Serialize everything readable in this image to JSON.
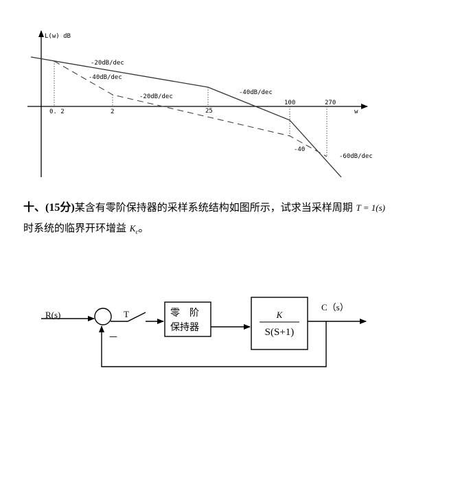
{
  "bode": {
    "ylabel": "L(w) dB",
    "xlabel": "w",
    "ticks": [
      "0. 2",
      "2",
      "25",
      "100",
      "270"
    ],
    "slopes": {
      "solid_1": "-20dB/dec",
      "dashed_1": "-40dB/dec",
      "dashed_2": "-20dB/dec",
      "solid_2": "-40dB/dec",
      "dashed_3": "-40",
      "solid_3": "-60dB/dec"
    }
  },
  "question": {
    "number": "十、",
    "points": "(15分)",
    "text1": "某含有零阶保持器的采样系统结构如图所示，试求当采样周期",
    "period": "T = 1(s)",
    "text2": "时系统的临界开环增益",
    "gain": "K",
    "gain_sub": "c",
    "end": "。"
  },
  "block": {
    "input": "R(s)",
    "switch": "T",
    "minus": "—",
    "zoh_line1": "零　阶",
    "zoh_line2": "保持器",
    "tf_num": "K",
    "tf_den": "S(S+1)",
    "output": "C（s）"
  }
}
